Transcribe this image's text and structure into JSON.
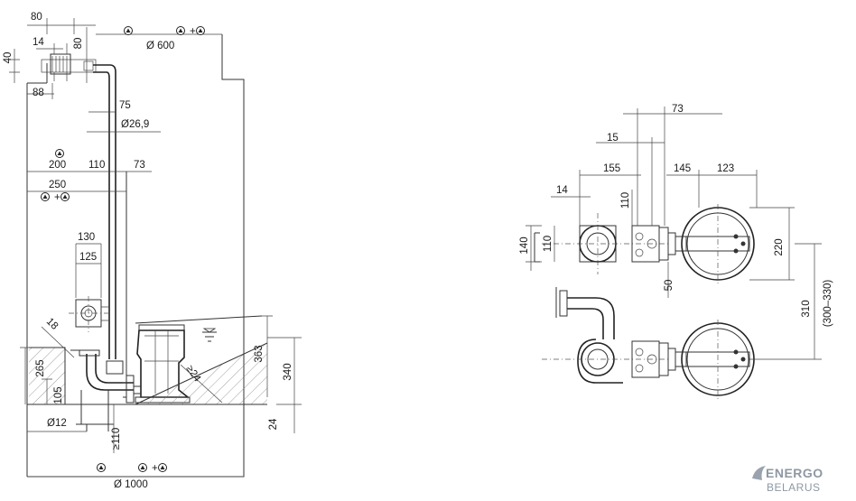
{
  "left_view": {
    "dims": {
      "d80_top": "80",
      "d40": "40",
      "d14": "14",
      "d80_vert": "80",
      "d_600": "Ø 600",
      "d88": "88",
      "d75": "75",
      "d26_9": "Ø26,9",
      "d200": "200",
      "d110": "110",
      "d73": "73",
      "d250": "250",
      "d130": "130",
      "d125": "125",
      "d18": "18",
      "d265": "265",
      "d105": "105",
      "d12": "Ø12",
      "d110_ge": "≥110",
      "d24_ge": "≥24",
      "d363": "363",
      "d340": "340",
      "d24": "24",
      "d_1000": "Ø 1000"
    },
    "plus": "+"
  },
  "right_view": {
    "dims": {
      "d73": "73",
      "d15": "15",
      "d155": "155",
      "d145": "145",
      "d123": "123",
      "d14": "14",
      "d110_v": "110",
      "d140": "140",
      "d110_h": "110",
      "d50": "50",
      "d220": "220",
      "d310": "310",
      "d300_330": "(300–330)"
    }
  },
  "logo": {
    "line1": "ENERGO",
    "line2": "BELARUS"
  }
}
